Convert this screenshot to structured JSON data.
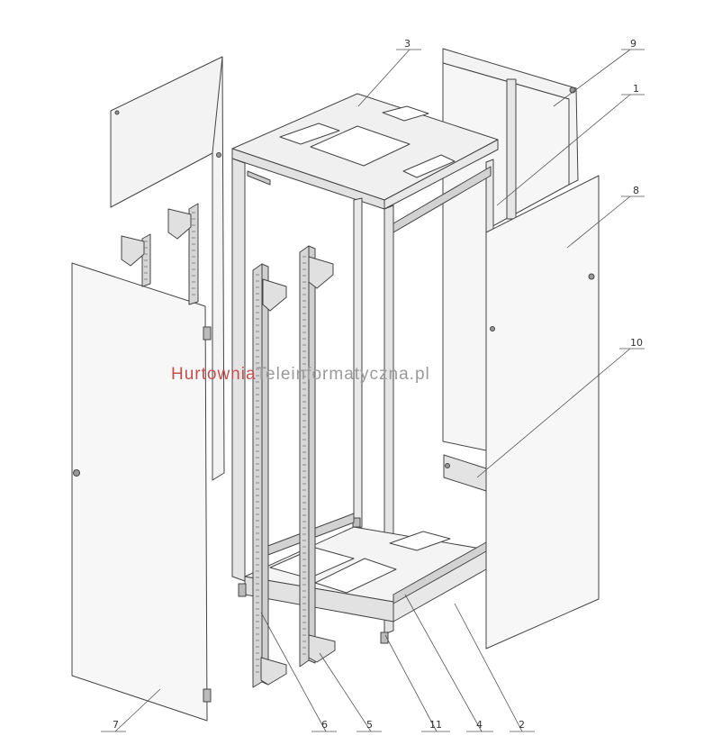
{
  "watermark": {
    "part1": "Hurtownia",
    "part2": "Teleinformatyczna.pl",
    "color1": "#c0504d",
    "color2": "#9a9a9a"
  },
  "callouts": [
    {
      "id": "3",
      "label": "3"
    },
    {
      "id": "9",
      "label": "9"
    },
    {
      "id": "1",
      "label": "1"
    },
    {
      "id": "8",
      "label": "8"
    },
    {
      "id": "10",
      "label": "10"
    },
    {
      "id": "7",
      "label": "7"
    },
    {
      "id": "6",
      "label": "6"
    },
    {
      "id": "5",
      "label": "5"
    },
    {
      "id": "11",
      "label": "11"
    },
    {
      "id": "4",
      "label": "4"
    },
    {
      "id": "2",
      "label": "2"
    }
  ],
  "colors": {
    "line": "#444444",
    "panel_fill": "#f3f3f3",
    "frame_fill": "#e8e8e8",
    "rail_fill": "#dcdcdc"
  }
}
